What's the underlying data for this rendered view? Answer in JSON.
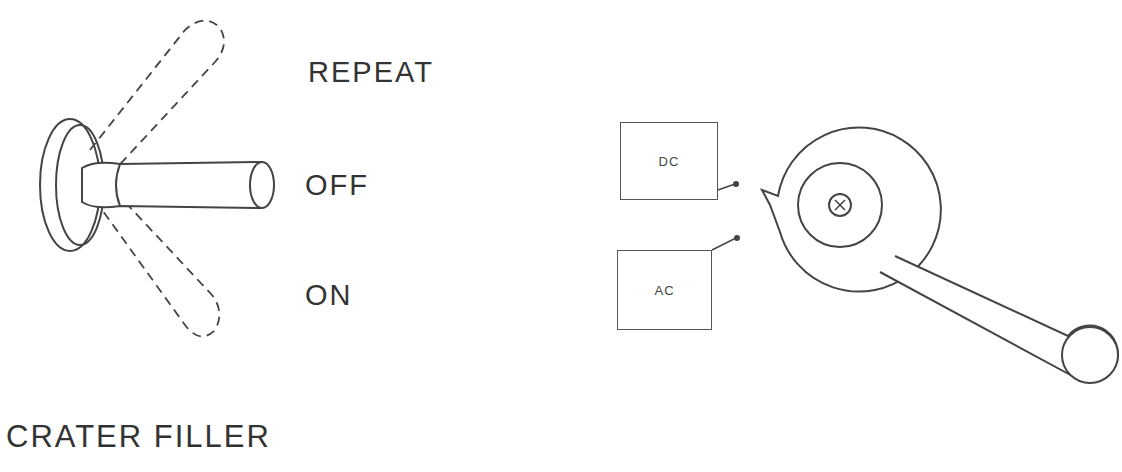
{
  "diagram": {
    "nodes": [
      {
        "text": [
          "DC"
        ]
      },
      {
        "text": [
          "AC"
        ]
      }
    ],
    "labels": [
      "REPEAT",
      "OFF",
      "ON",
      "CRATER FILLER"
    ]
  }
}
